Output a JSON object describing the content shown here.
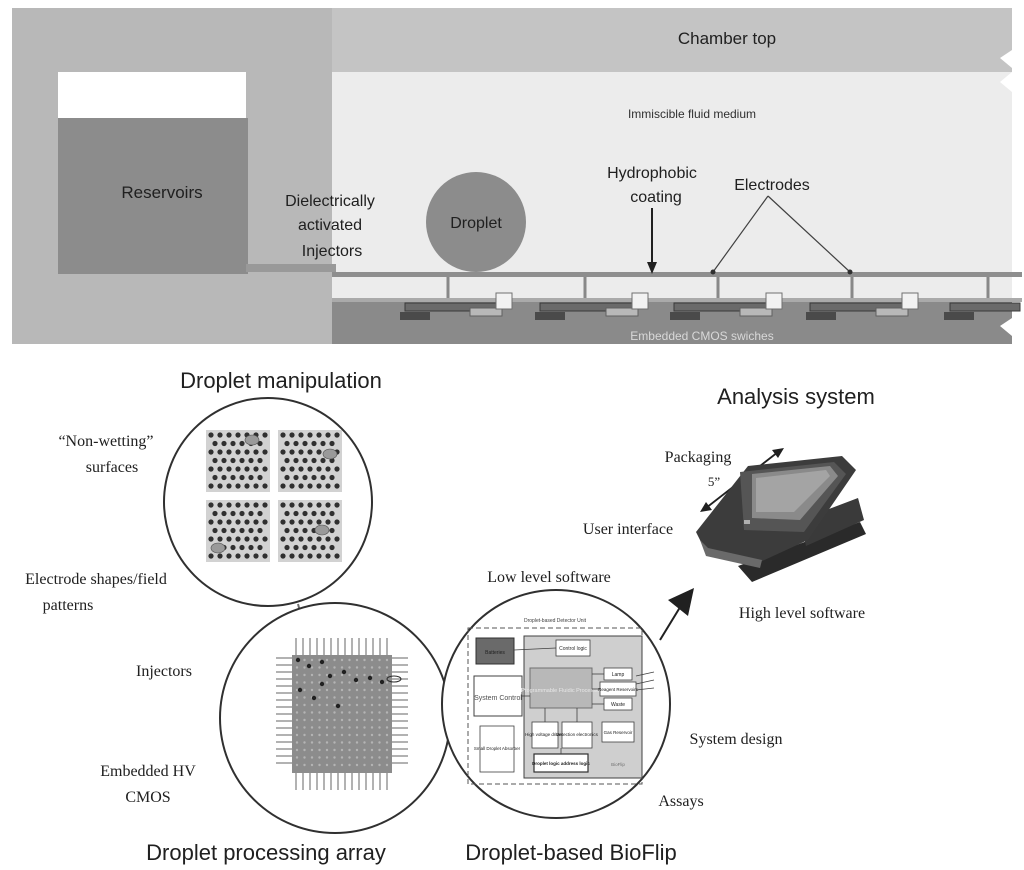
{
  "top_diagram": {
    "chamber_top": "Chamber top",
    "immiscible_fluid": "Immiscible fluid medium",
    "reservoirs": "Reservoirs",
    "injectors_line1": "Dielectrically",
    "injectors_line2": "activated",
    "injectors_line3": "Injectors",
    "droplet": "Droplet",
    "hydrophobic_line1": "Hydrophobic",
    "hydrophobic_line2": "coating",
    "electrodes": "Electrodes",
    "cmos": "Embedded CMOS swiches"
  },
  "bottom_diagram": {
    "droplet_manipulation": "Droplet manipulation",
    "non_wetting_line1": "“Non-wetting”",
    "non_wetting_line2": "surfaces",
    "electrode_shapes_line1": "Electrode shapes/field",
    "electrode_shapes_line2": "patterns",
    "injectors": "Injectors",
    "embedded_hv_line1": "Embedded HV",
    "embedded_hv_line2": "CMOS",
    "droplet_processing_array": "Droplet processing array",
    "droplet_biofllip": "Droplet-based BioFlip",
    "low_level_software": "Low level software",
    "system_design": "System design",
    "assays": "Assays",
    "analysis_system": "Analysis system",
    "packaging": "Packaging",
    "size_label": "5”",
    "user_interface": "User interface",
    "high_level_software": "High level software"
  },
  "chip_block": {
    "header": "Droplet-based Detector Unit",
    "batteries": "Batteries",
    "control_logic": "Control logic",
    "system_control": "System Control",
    "programmable_processor": "Programmable Fluidic Processor",
    "lamp": "Lamp",
    "reagent_reservoirs": "Reagent Reservoirs",
    "waste": "Waste",
    "high_voltage_drivers": "High voltage drivers",
    "detection_electronics": "Detection electronics",
    "gas_reservoir": "Gas Reservoir",
    "small_droplet_absorber": "Small Droplet Absorber",
    "droplet_logic": "Droplet logic address logic",
    "bioflip_tag": "BioFlip"
  }
}
